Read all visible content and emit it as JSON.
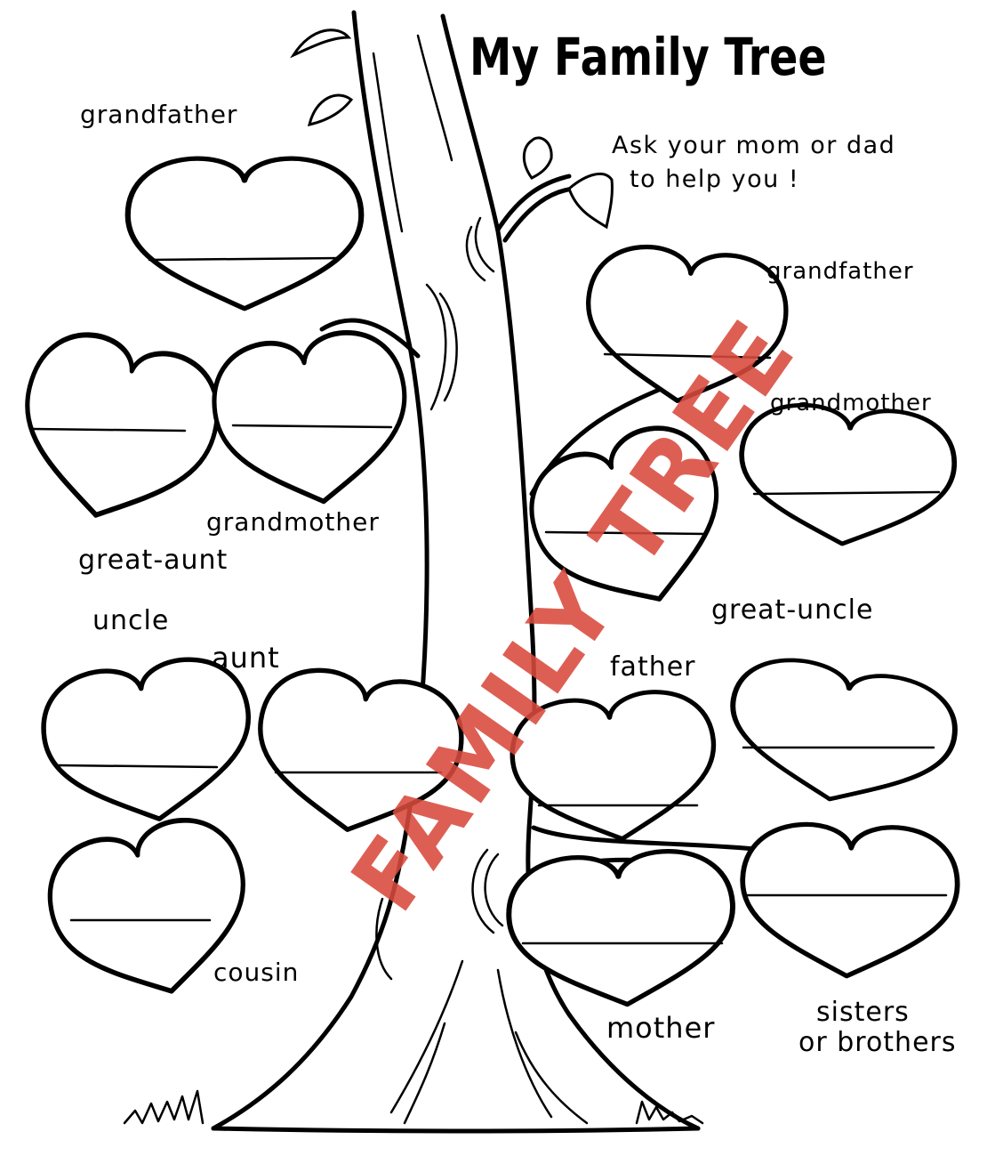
{
  "title": "My Family Tree",
  "subtitle": {
    "line1": "Ask your mom or dad",
    "line2": "to help you !"
  },
  "labels": {
    "grandfather_left": "grandfather",
    "grandmother_left": "grandmother",
    "great_aunt": "great-aunt",
    "uncle": "uncle",
    "aunt": "aunt",
    "cousin": "cousin",
    "grandfather_right": "grandfather",
    "grandmother_right": "grandmother",
    "great_uncle": "great-uncle",
    "father": "father",
    "mother": "mother",
    "sisters_line1": "sisters",
    "sisters_line2": "or brothers"
  },
  "watermark": {
    "text": "FAMILY TREE",
    "color": "#d94a3d"
  },
  "colors": {
    "ink": "#000000",
    "paper": "#ffffff"
  }
}
